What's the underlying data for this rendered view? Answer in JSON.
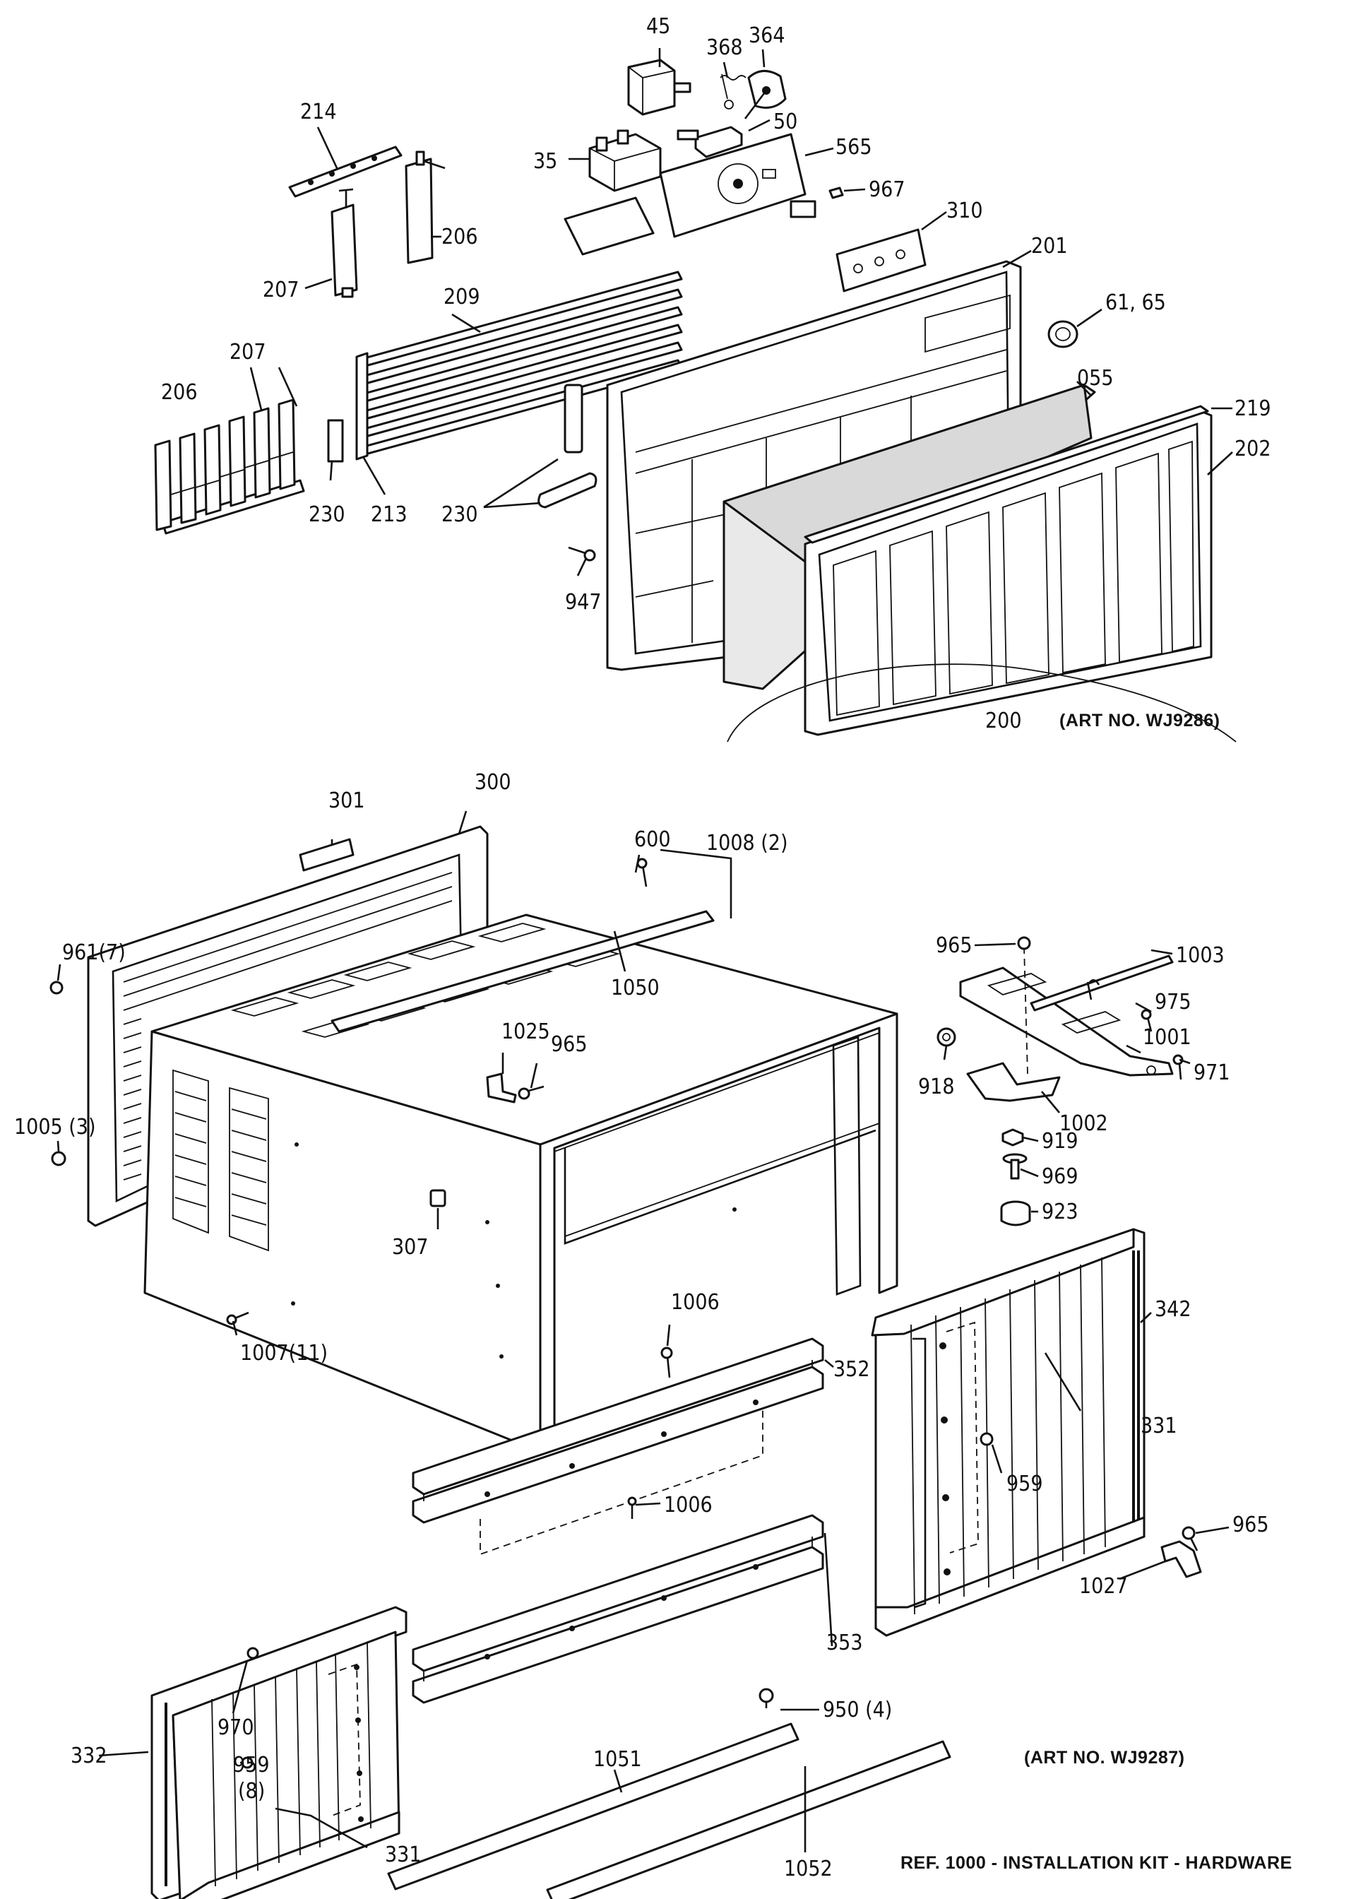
{
  "diagram": {
    "part_labels": {
      "p45": "45",
      "p368": "368",
      "p364": "364",
      "p214": "214",
      "p35": "35",
      "p50": "50",
      "p565": "565",
      "p967": "967",
      "p206a": "206",
      "p310": "310",
      "p207a": "207",
      "p201": "201",
      "p209": "209",
      "p6165": "61, 65",
      "p207b": "207",
      "p206b": "206",
      "p055": "055",
      "p219": "219",
      "p202": "202",
      "p230a": "230",
      "p213": "213",
      "p230b": "230",
      "p947": "947",
      "p200": "200",
      "p301": "301",
      "p300": "300",
      "p600": "600",
      "p1008": "1008 (2)",
      "p961": "961(7)",
      "p965a": "965",
      "p1003": "1003",
      "p1050": "1050",
      "p975": "975",
      "p1025": "1025",
      "p965b": "965",
      "p1001": "1001",
      "p918": "918",
      "p971": "971",
      "p1005": "1005 (3)",
      "p1002": "1002",
      "p919": "919",
      "p969": "969",
      "p307": "307",
      "p923": "923",
      "p1006a": "1006",
      "p342": "342",
      "p1007": "1007(11)",
      "p352": "352",
      "p331a": "331",
      "p959a": "959",
      "p1006b": "1006",
      "p965c": "965",
      "p1027": "1027",
      "p970": "970",
      "p353": "353",
      "p959b": "959",
      "p959b_qty": "(8)",
      "p950": "950 (4)",
      "p332": "332",
      "p1051": "1051",
      "p331b": "331",
      "p1052": "1052"
    },
    "captions": {
      "art_top": "(ART NO. WJ9286)",
      "art_bottom": "(ART NO. WJ9287)",
      "reference": "REF. 1000 - INSTALLATION KIT - HARDWARE"
    }
  }
}
